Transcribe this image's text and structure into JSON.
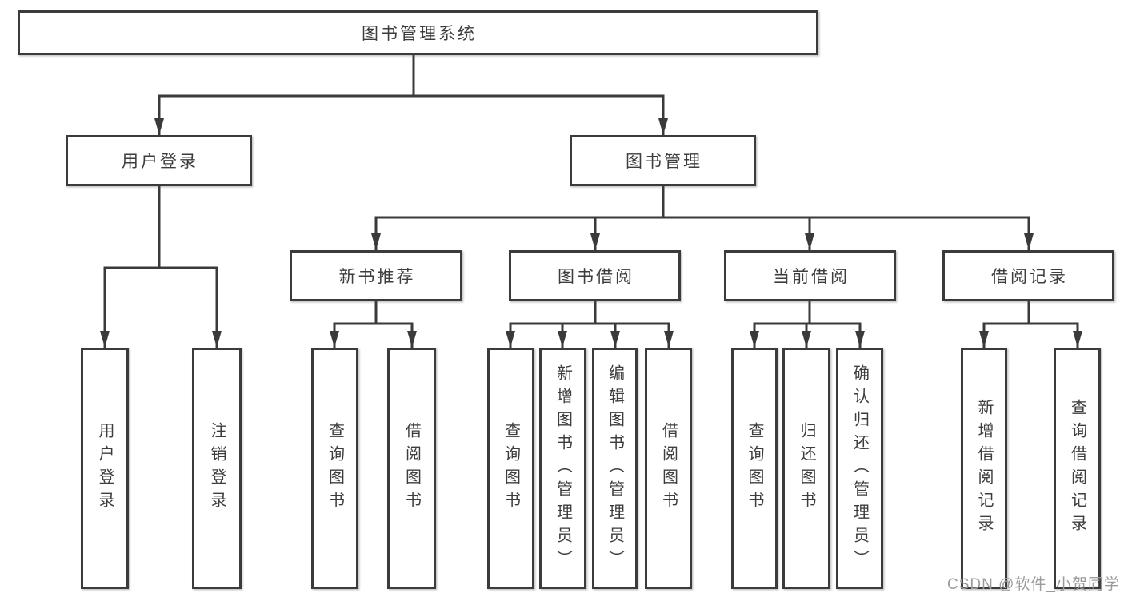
{
  "diagram_title": "图书管理系统",
  "watermark": {
    "text": "CSDN @软件_小贺同学"
  },
  "colors": {
    "line": "#3a3a3a",
    "box_border": "#3b3b3b",
    "box_fill": "#ffffff",
    "text": "#3d3d3d",
    "watermark_text": "#9b9b9b",
    "background": "#ffffff"
  },
  "tree": {
    "root": {
      "label": "图书管理系统"
    },
    "branches": [
      {
        "label": "用户登录",
        "children": [
          {
            "label": "用户登录"
          },
          {
            "label": "注销登录"
          }
        ]
      },
      {
        "label": "图书管理",
        "children": [
          {
            "label": "新书推荐",
            "children": [
              {
                "label": "查询图书"
              },
              {
                "label": "借阅图书"
              }
            ]
          },
          {
            "label": "图书借阅",
            "children": [
              {
                "label": "查询图书"
              },
              {
                "label": "新增图书（管理员）"
              },
              {
                "label": "编辑图书（管理员）"
              },
              {
                "label": "借阅图书"
              }
            ]
          },
          {
            "label": "当前借阅",
            "children": [
              {
                "label": "查询图书"
              },
              {
                "label": "归还图书"
              },
              {
                "label": "确认归还（管理员）"
              }
            ]
          },
          {
            "label": "借阅记录",
            "children": [
              {
                "label": "新增借阅记录"
              },
              {
                "label": "查询借阅记录"
              }
            ]
          }
        ]
      }
    ]
  }
}
